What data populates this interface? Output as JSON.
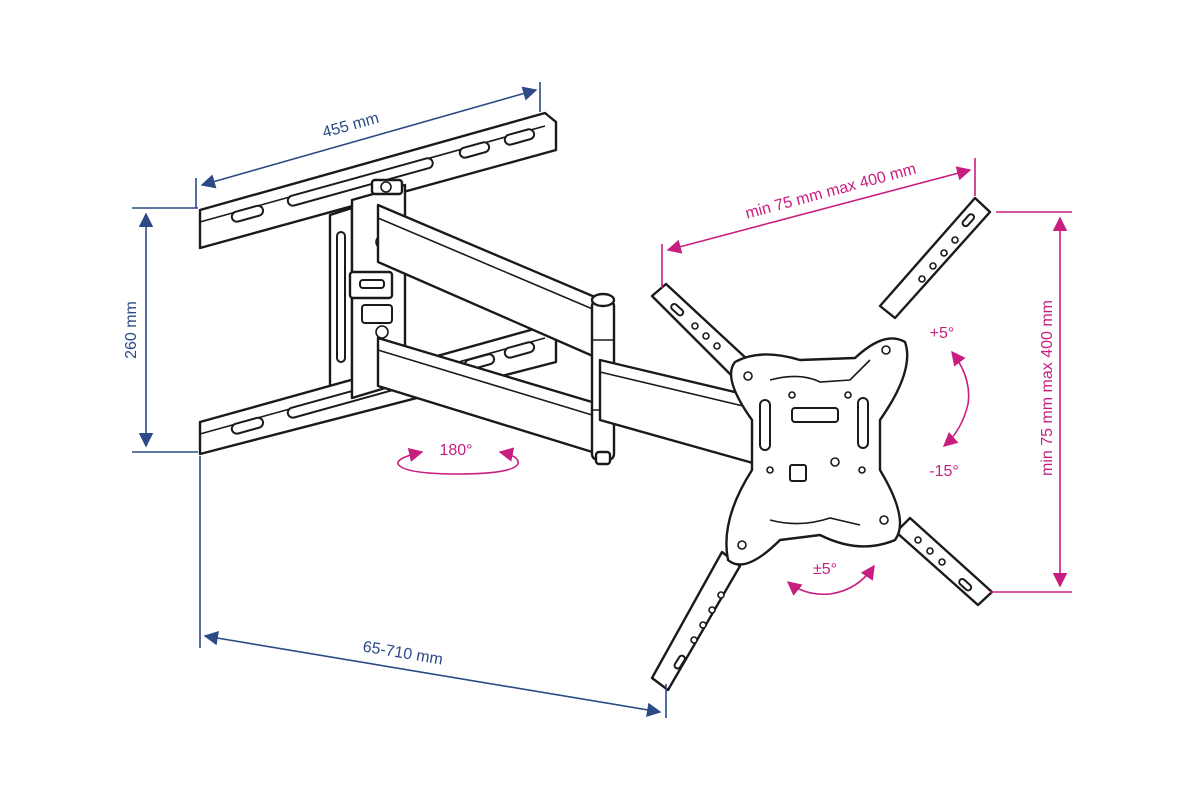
{
  "dimensions": {
    "plate_width": "455 mm",
    "plate_height": "260 mm",
    "extension": "65-710 mm",
    "vesa_horizontal": "min 75 mm max 400 mm",
    "vesa_vertical": "min 75 mm max 400 mm"
  },
  "rotations": {
    "swivel": "180°",
    "tilt_up": "+5°",
    "tilt_down": "-15°",
    "level": "±5°"
  },
  "colors": {
    "dimension_blue": "#2b4a86",
    "dimension_pink": "#c81e80",
    "outline": "#1a1a1a"
  }
}
